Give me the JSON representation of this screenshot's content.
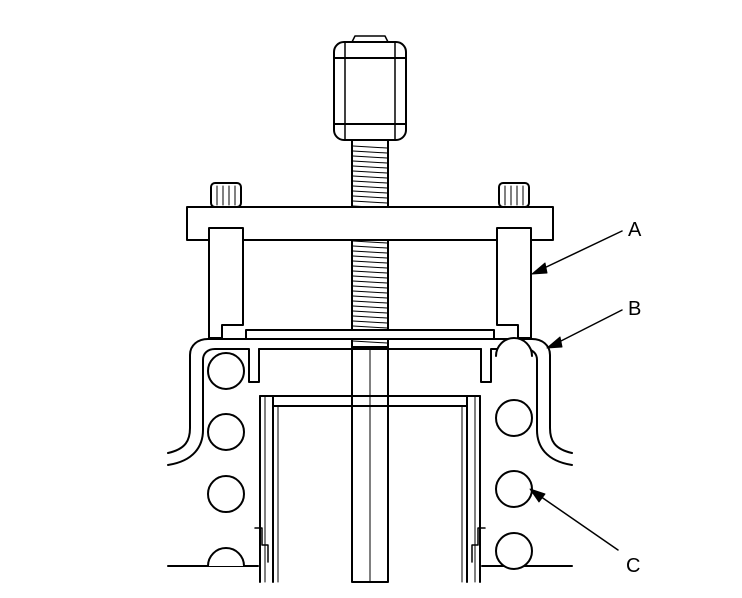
{
  "callouts": {
    "a": "A",
    "b": "B",
    "c": "C"
  },
  "colors": {
    "stroke": "#000000",
    "background": "#ffffff"
  }
}
